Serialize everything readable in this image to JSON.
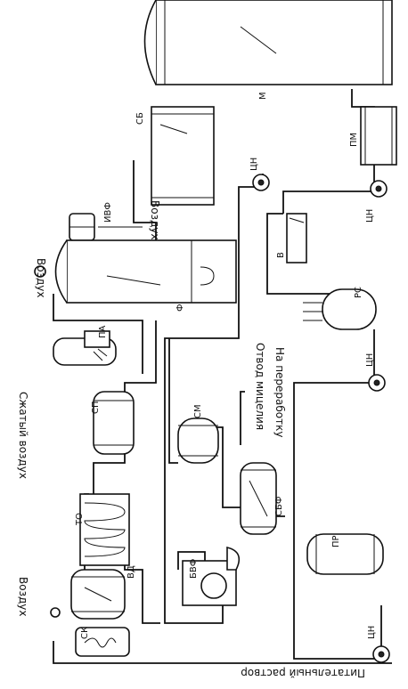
{
  "diagram": {
    "labels": {
      "m": "М",
      "pm": "ПМ",
      "cn1": "ЦН",
      "cn2": "ЦН",
      "cn3": "ЦН",
      "cn4": "ЦН",
      "sb": "СБ",
      "ivf": "ИВФ",
      "f": "Ф",
      "v": "В",
      "rs": "РС",
      "pa": "ПА",
      "sp": "СП",
      "sm": "СМ",
      "sbf": "СБФ",
      "to": "ТО",
      "vd": "ВД",
      "pr": "ПР",
      "bvf": "БВФ",
      "sk": "СК"
    },
    "streams": {
      "air1": "Воздух",
      "air2": "Воздух",
      "air3": "Воздух",
      "compressed_air": "Сжатый воздух",
      "mycelium": "Отвод мицелия",
      "processing": "На переработку",
      "nutrient": "Питательный раствор"
    }
  }
}
